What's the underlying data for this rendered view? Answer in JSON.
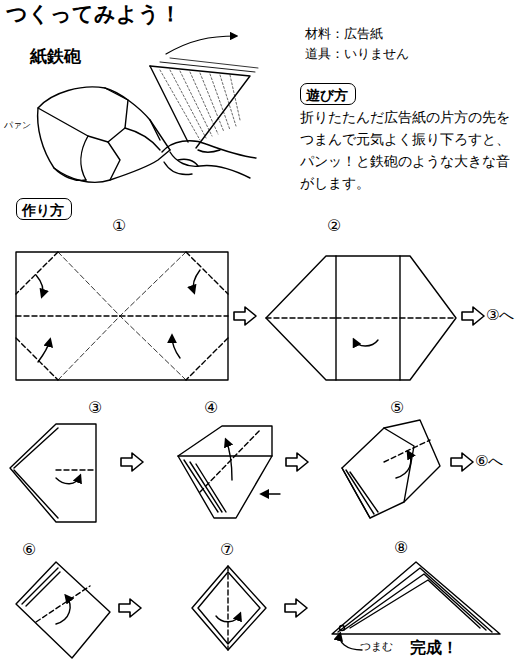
{
  "diagram": {
    "title": "つくってみよう！",
    "nodes": [
      {
        "text": [
          "遊び方"
        ]
      },
      {
        "text": [
          "作り方"
        ]
      }
    ],
    "labels": [
      "紙鉄砲",
      "材料：広告紙",
      "道具：いりません",
      "折りたたんだ広告紙の片方の先をつまんで元気よく振り下ろすと、パンッ！と鉄砲のような大きな音がします。",
      "パァン",
      "①",
      "②",
      "③へ",
      "③",
      "④",
      "⑤",
      "⑥へ",
      "⑥",
      "⑦",
      "⑧",
      "つまむ",
      "完成！"
    ]
  }
}
